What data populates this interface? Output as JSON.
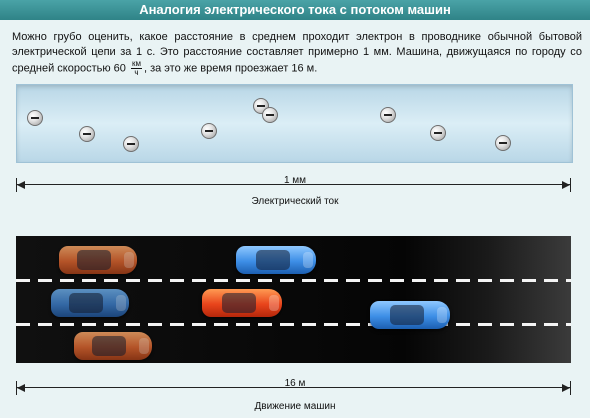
{
  "header": {
    "title": "Аналогия электрического тока с потоком машин"
  },
  "intro": {
    "text_part1": "Можно грубо оценить, какое расстояние в среднем проходит электрон в проводнике обычной бытовой электрической цепи за 1 с. Это расстояние составляет примерно 1 мм. Машина, движущаяся по городу со средней скоростью 60",
    "unit_num": "км",
    "unit_den": "ч",
    "text_part2": ", за это же время проезжает 16 м."
  },
  "wire": {
    "dimension_label": "1 мм",
    "caption": "Электрический ток"
  },
  "road": {
    "dimension_label": "16 м",
    "caption": "Движение машин"
  }
}
